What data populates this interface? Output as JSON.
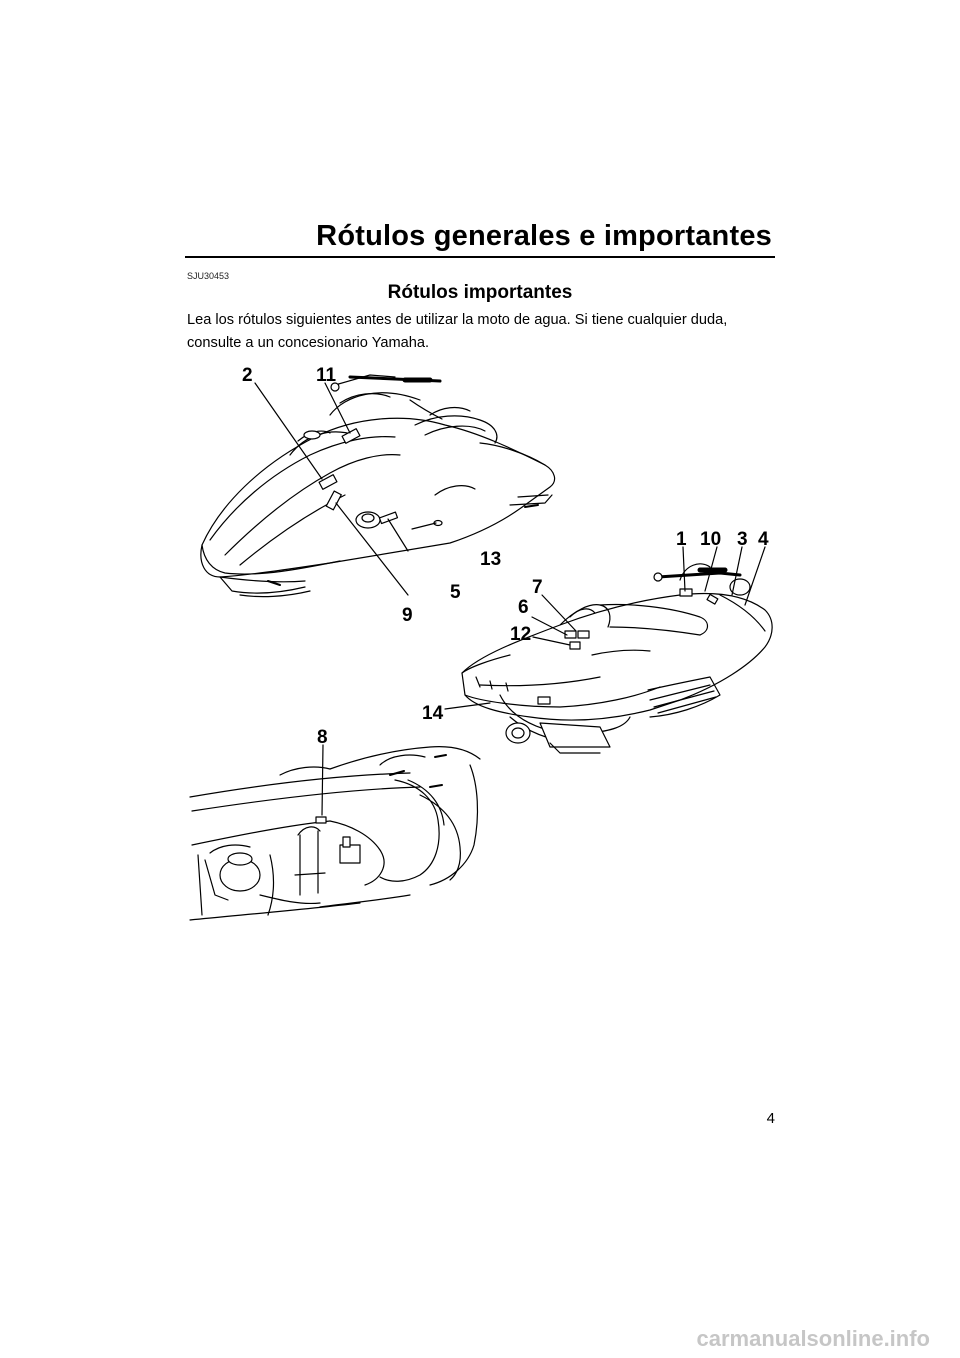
{
  "header": {
    "title": "Rótulos generales e importantes"
  },
  "doc_code": "SJU30453",
  "section": {
    "title": "Rótulos importantes",
    "body": "Lea los rótulos siguientes antes de utilizar la moto de agua. Si tiene cualquier duda, consulte a un concesionario Yamaha."
  },
  "figure": {
    "callouts": {
      "c1": "1",
      "c2": "2",
      "c3": "3",
      "c4": "4",
      "c5": "5",
      "c6": "6",
      "c7": "7",
      "c8": "8",
      "c9": "9",
      "c10": "10",
      "c11": "11",
      "c12": "12",
      "c13": "13",
      "c14": "14"
    }
  },
  "page_number": "4",
  "watermark": "carmanualsonline.info"
}
